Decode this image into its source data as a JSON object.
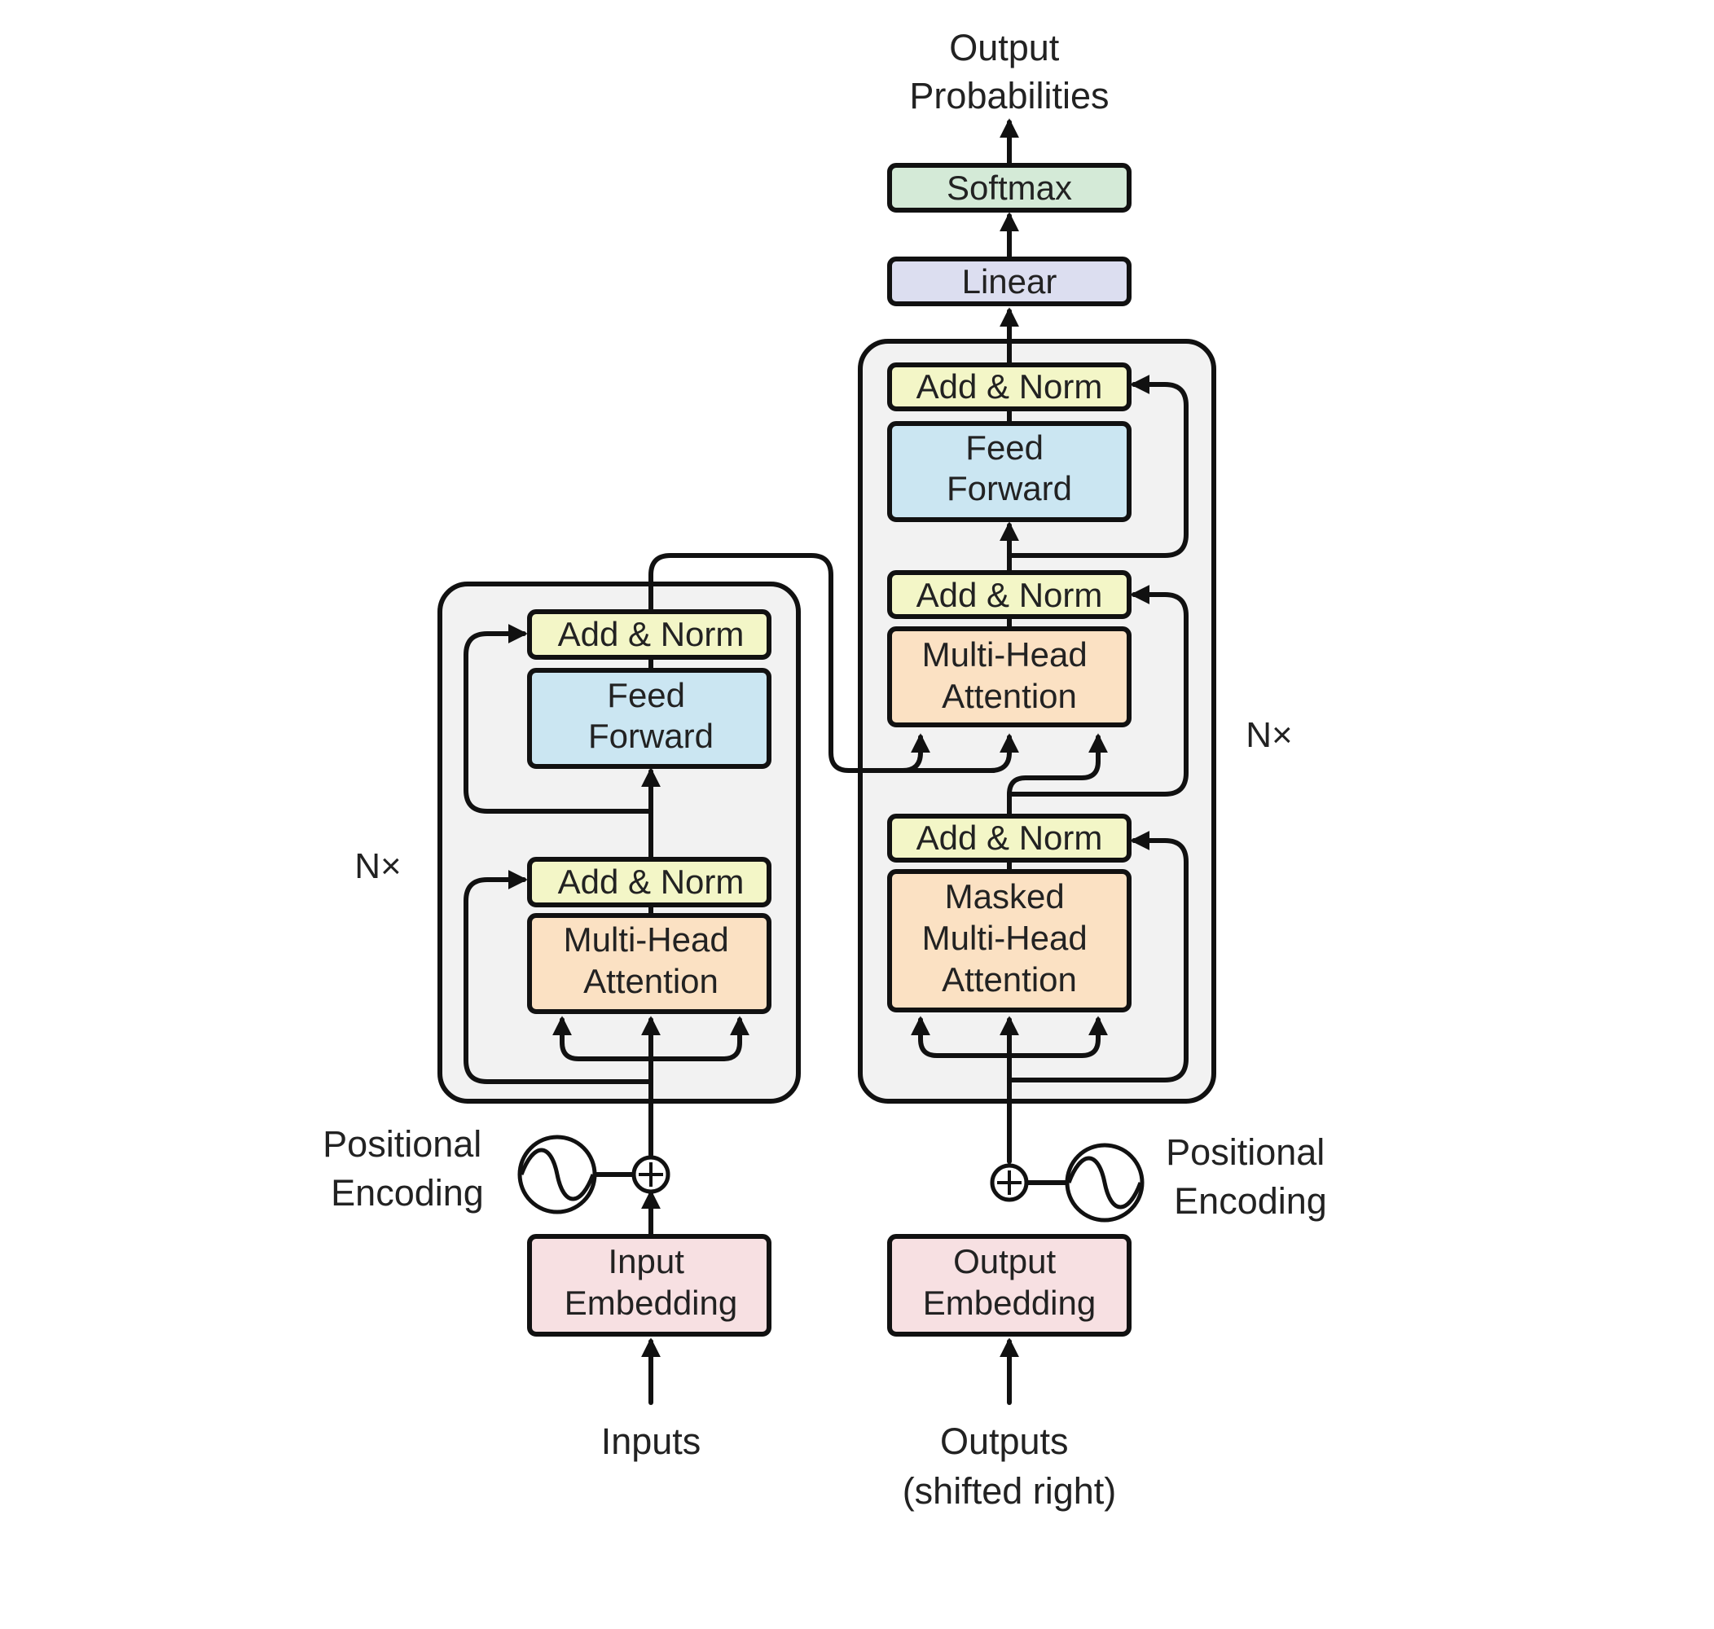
{
  "colors": {
    "panel": "#f2f2f2",
    "add_norm": "#f3f6c7",
    "feed_forward": "#cbe6f2",
    "attention": "#fbe1c3",
    "embedding": "#f7e0e2",
    "linear": "#dcdef0",
    "softmax": "#d4ead7",
    "stroke": "#111111"
  },
  "output_probabilities": [
    "Output",
    "Probabilities"
  ],
  "softmax": "Softmax",
  "linear": "Linear",
  "encoder": {
    "repeat": "N×",
    "add_norm_top": "Add & Norm",
    "feed_forward": [
      "Feed",
      "Forward"
    ],
    "add_norm_bottom": "Add & Norm",
    "attention": [
      "Multi-Head",
      "Attention"
    ]
  },
  "decoder": {
    "repeat": "N×",
    "add_norm_top": "Add & Norm",
    "feed_forward": [
      "Feed",
      "Forward"
    ],
    "add_norm_mid": "Add & Norm",
    "attention": [
      "Multi-Head",
      "Attention"
    ],
    "add_norm_bottom": "Add & Norm",
    "masked_attention": [
      "Masked",
      "Multi-Head",
      "Attention"
    ]
  },
  "positional_encoding_left": [
    "Positional",
    "Encoding"
  ],
  "positional_encoding_right": [
    "Positional",
    "Encoding"
  ],
  "input_embedding": [
    "Input",
    "Embedding"
  ],
  "output_embedding": [
    "Output",
    "Embedding"
  ],
  "inputs_label": "Inputs",
  "outputs_label": [
    "Outputs",
    "(shifted right)"
  ],
  "icons": {
    "sum": "circle-plus",
    "positional": "sine-wave"
  }
}
